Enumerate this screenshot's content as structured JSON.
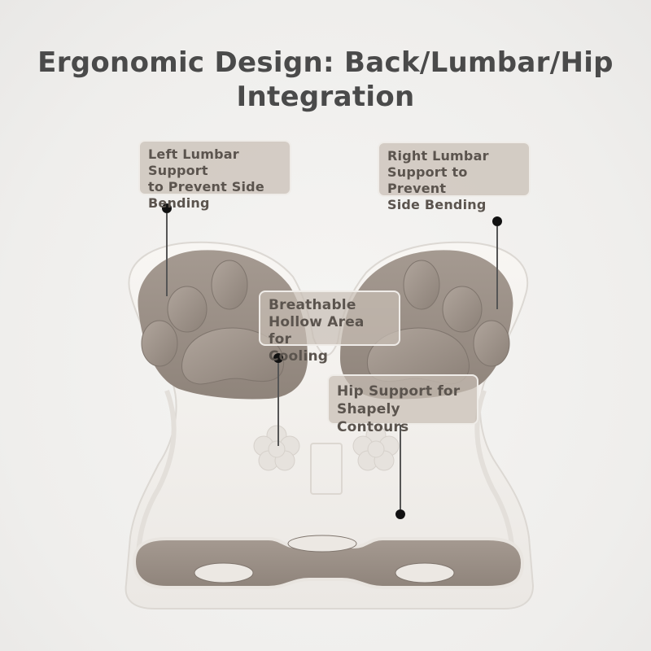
{
  "heading": {
    "line1": "Ergonomic Design: Back/Lumbar/Hip",
    "line2": "Integration"
  },
  "callouts": {
    "left_lumbar": [
      "Left Lumbar Support",
      "to Prevent Side",
      "Bending"
    ],
    "right_lumbar": [
      "Right Lumbar",
      "Support to Prevent",
      "Side Bending"
    ],
    "hollow": [
      "Breathable",
      "Hollow Area for",
      "Cooling"
    ],
    "hip": [
      "Hip Support for",
      "Shapely Contours"
    ]
  },
  "colors": {
    "shell": "#f7f5f2",
    "cushion": "#9a8f86",
    "callout_text": "#5b544e",
    "title_text": "#4a4a4a"
  }
}
